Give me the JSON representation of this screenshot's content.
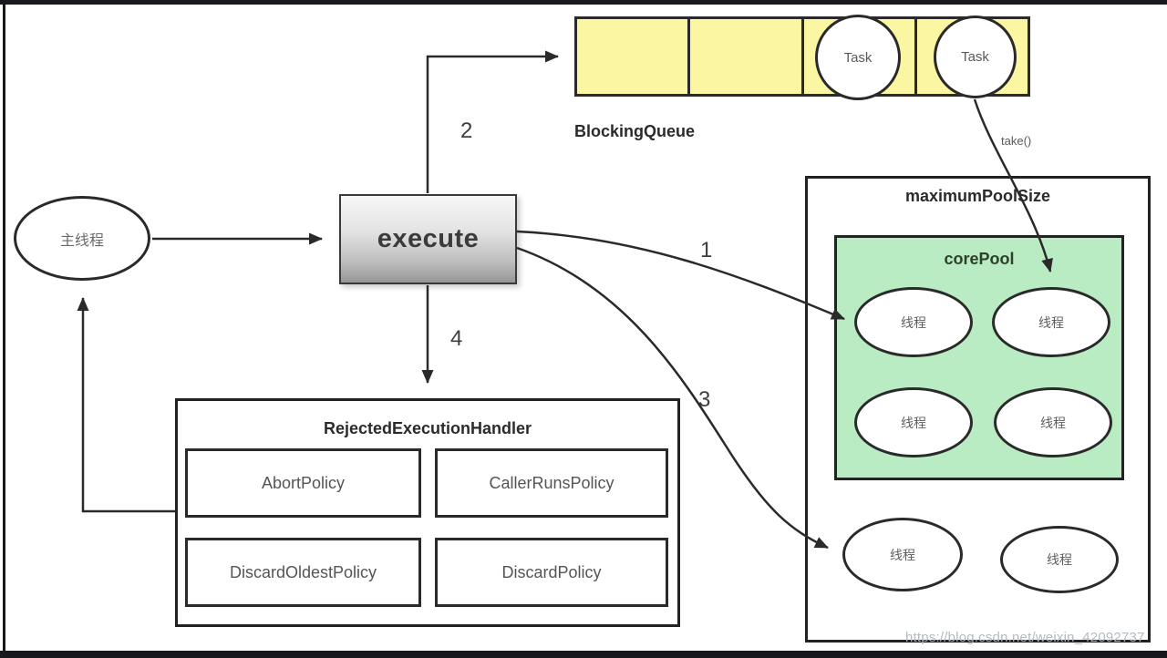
{
  "blocking_queue": {
    "label": "BlockingQueue",
    "tasks": [
      "Task",
      "Task"
    ],
    "take_label": "take()"
  },
  "main_thread": {
    "label": "主线程"
  },
  "execute_box": {
    "label": "execute"
  },
  "steps": {
    "s1": "1",
    "s2": "2",
    "s3": "3",
    "s4": "4"
  },
  "maximum_pool": {
    "label": "maximumPoolSize",
    "core_pool": {
      "label": "corePool",
      "threads": [
        "线程",
        "线程",
        "线程",
        "线程"
      ]
    },
    "extra_threads": [
      "线程",
      "线程"
    ]
  },
  "rejected_handler": {
    "label": "RejectedExecutionHandler",
    "policies": [
      "AbortPolicy",
      "CallerRunsPolicy",
      "DiscardOldestPolicy",
      "DiscardPolicy"
    ]
  },
  "watermark": "https://blog.csdn.net/weixin_42092737",
  "colors": {
    "queue_fill": "#faf6a1",
    "core_pool_fill": "#b9ecc2",
    "line": "#2a2a2a"
  }
}
